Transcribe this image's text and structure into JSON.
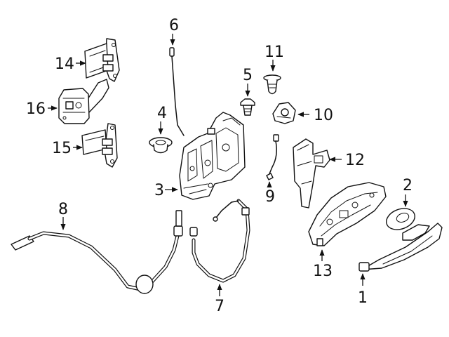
{
  "callouts": [
    {
      "id": "c1",
      "label": "1"
    },
    {
      "id": "c2",
      "label": "2"
    },
    {
      "id": "c3",
      "label": "3"
    },
    {
      "id": "c4",
      "label": "4"
    },
    {
      "id": "c5",
      "label": "5"
    },
    {
      "id": "c6",
      "label": "6"
    },
    {
      "id": "c7",
      "label": "7"
    },
    {
      "id": "c8",
      "label": "8"
    },
    {
      "id": "c9",
      "label": "9"
    },
    {
      "id": "c10",
      "label": "10"
    },
    {
      "id": "c11",
      "label": "11"
    },
    {
      "id": "c12",
      "label": "12"
    },
    {
      "id": "c13",
      "label": "13"
    },
    {
      "id": "c14",
      "label": "14"
    },
    {
      "id": "c15",
      "label": "15"
    },
    {
      "id": "c16",
      "label": "16"
    }
  ],
  "colors": {
    "line": "#111111",
    "background": "#ffffff"
  }
}
